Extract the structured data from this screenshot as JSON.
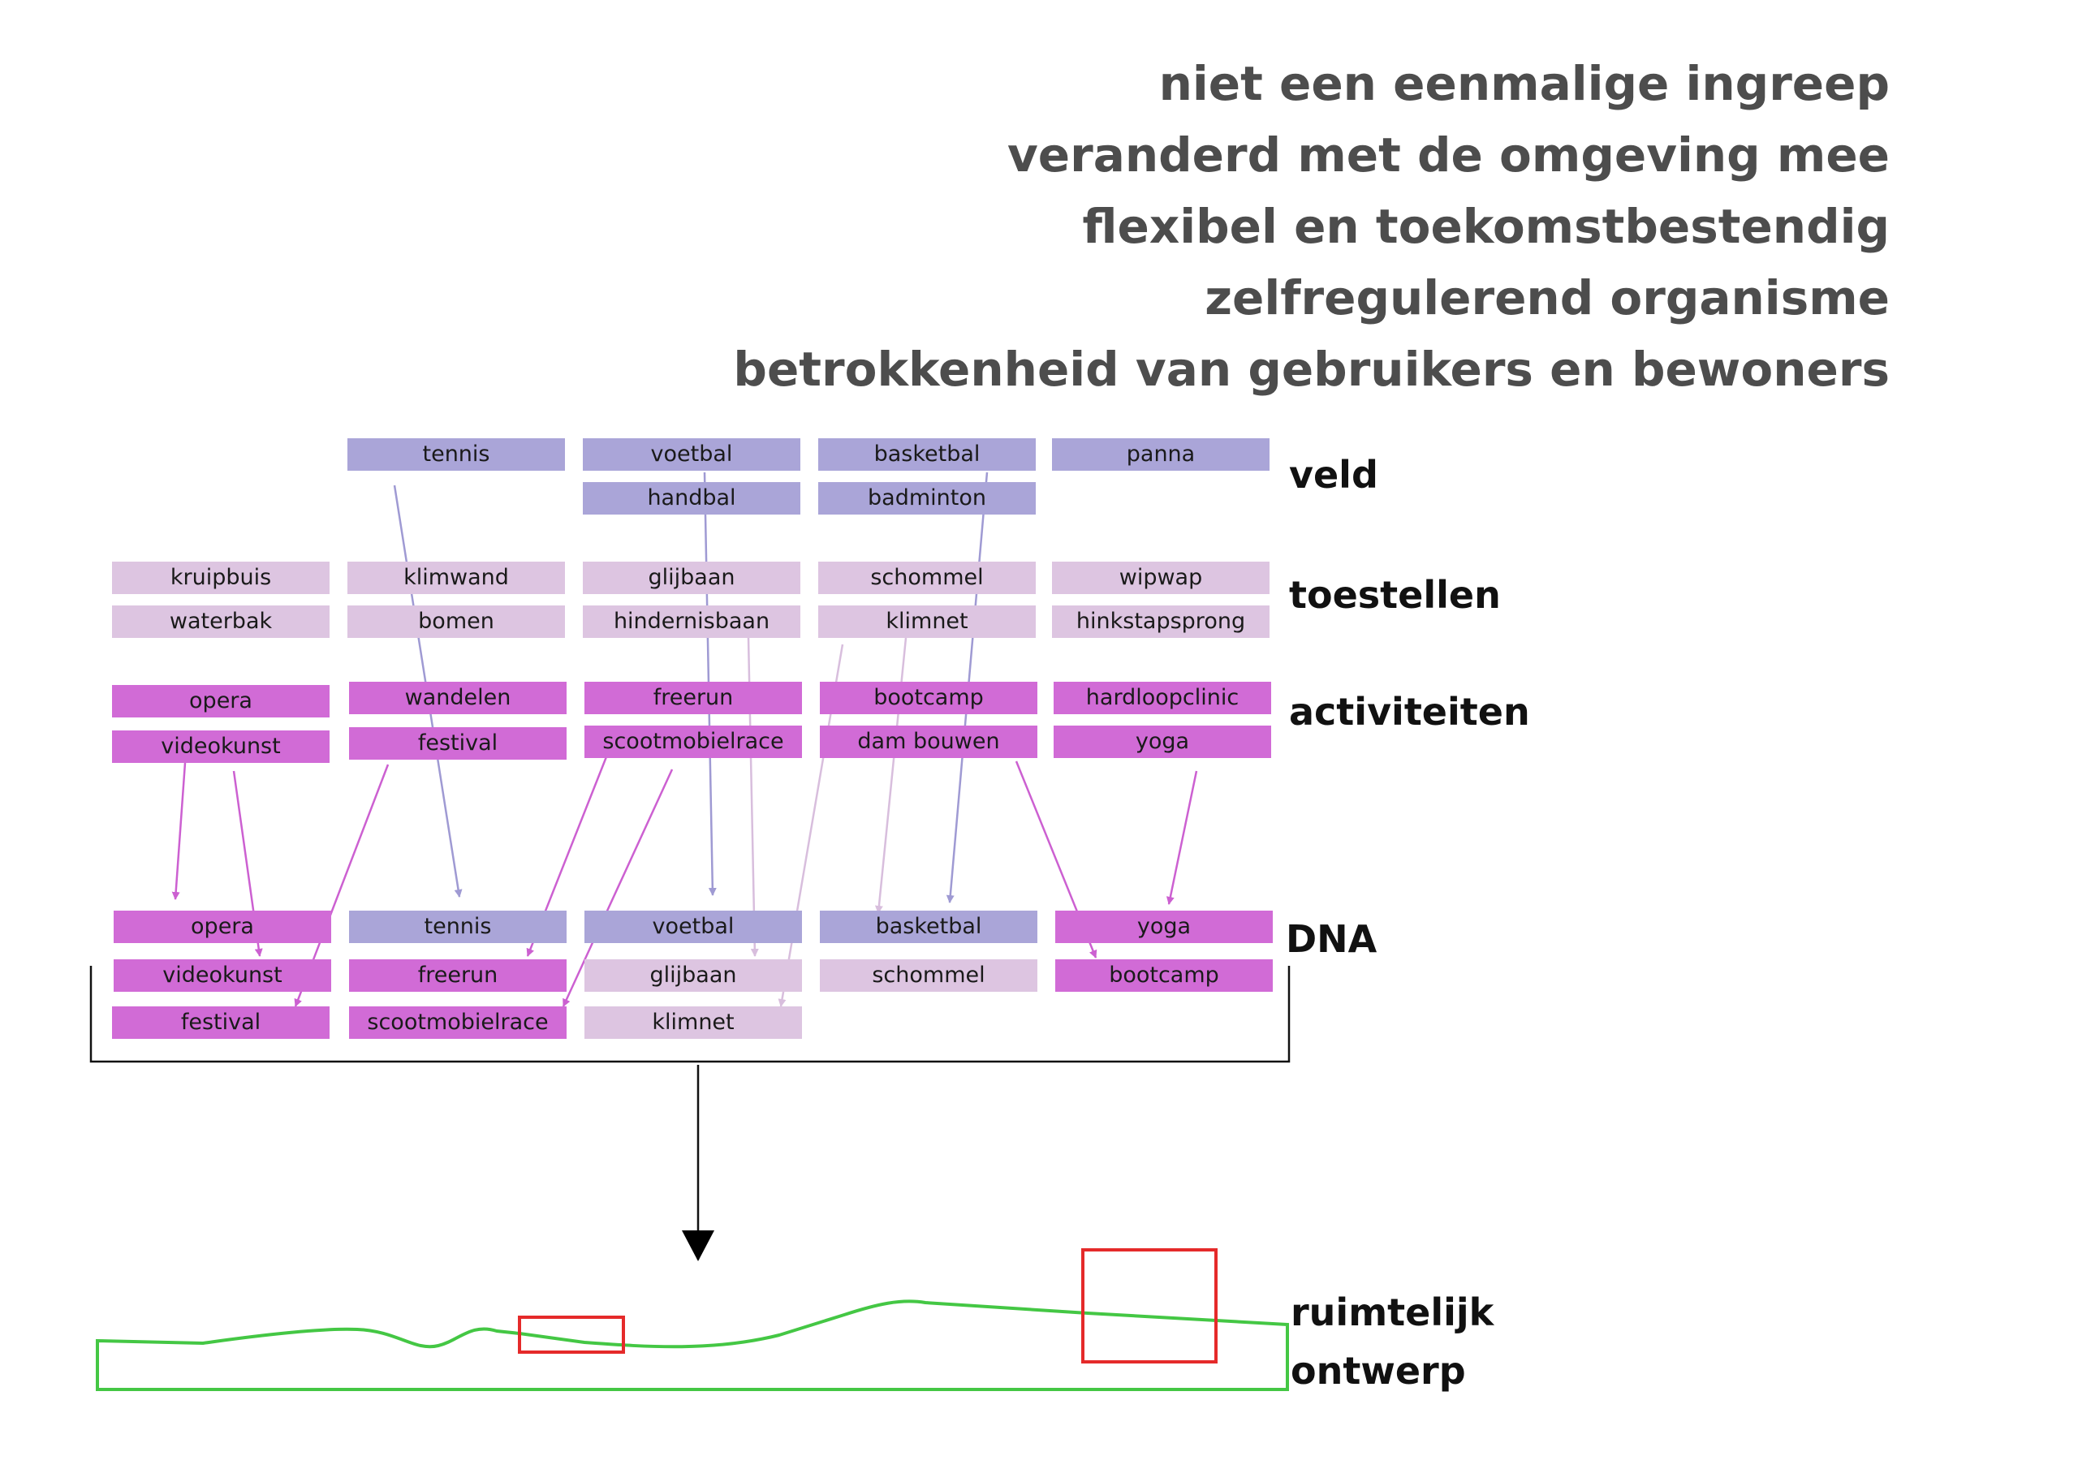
{
  "headings": [
    "niet een eenmalige ingreep",
    "veranderd met de omgeving mee",
    "flexibel en toekomstbestendig",
    "zelfregulerend organisme",
    "betrokkenheid van gebruikers en bewoners"
  ],
  "row_labels": {
    "veld": "veld",
    "toestellen": "toestellen",
    "activiteiten": "activiteiten",
    "dna": "DNA",
    "ruimtelijk": "ruimtelijk",
    "ontwerp": "ontwerp"
  },
  "veld": [
    "tennis",
    "voetbal",
    "basketbal",
    "panna",
    "handbal",
    "badminton"
  ],
  "toestellen": [
    "kruipbuis",
    "klimwand",
    "glijbaan",
    "schommel",
    "wipwap",
    "waterbak",
    "bomen",
    "hindernisbaan",
    "klimnet",
    "hinkstapsprong"
  ],
  "activiteiten": [
    "opera",
    "wandelen",
    "freerun",
    "bootcamp",
    "hardloopclinic",
    "videokunst",
    "festival",
    "scootmobielrace",
    "dam bouwen",
    "yoga"
  ],
  "dna": [
    "opera",
    "tennis",
    "voetbal",
    "basketbal",
    "yoga",
    "videokunst",
    "freerun",
    "glijbaan",
    "schommel",
    "bootcamp",
    "festival",
    "scootmobielrace",
    "klimnet"
  ],
  "colors": {
    "veld": "#aaa5d8",
    "toestellen": "#ddc5e1",
    "activiteiten": "#d16bd6",
    "heading_text": "#4d4d4d",
    "terrain": "#44c744",
    "marker": "#e52a2a"
  }
}
